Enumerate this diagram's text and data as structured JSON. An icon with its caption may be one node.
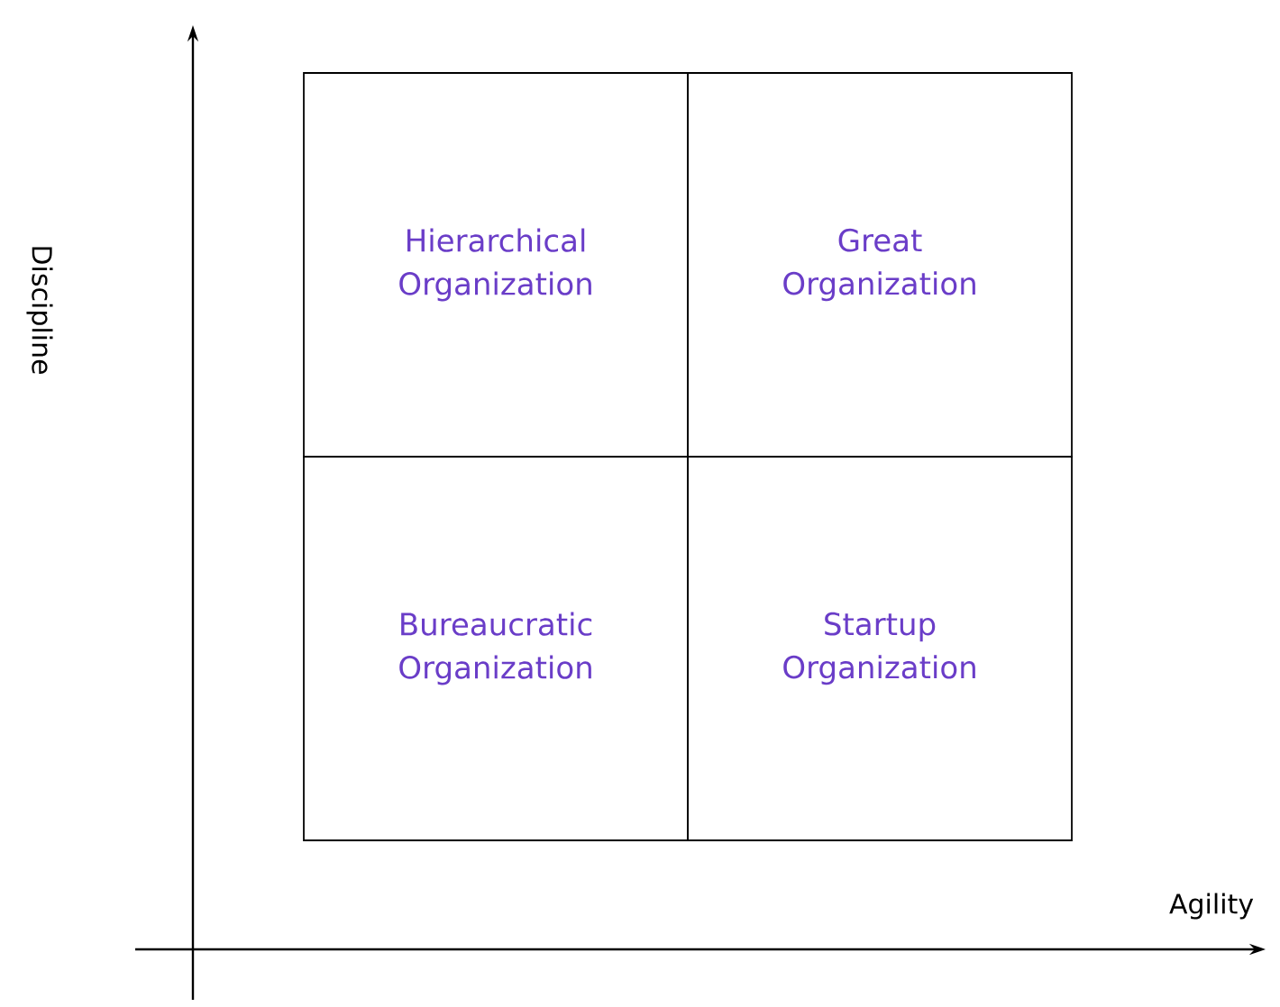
{
  "diagram": {
    "nodes": [
      {
        "text": [
          "Hierarchical Organization"
        ]
      },
      {
        "text": [
          "Great Organization"
        ]
      },
      {
        "text": [
          "Bureaucratic Organization"
        ]
      },
      {
        "text": [
          "Startup Organization"
        ]
      }
    ],
    "labels": [
      "Discipline",
      "Agility"
    ]
  }
}
